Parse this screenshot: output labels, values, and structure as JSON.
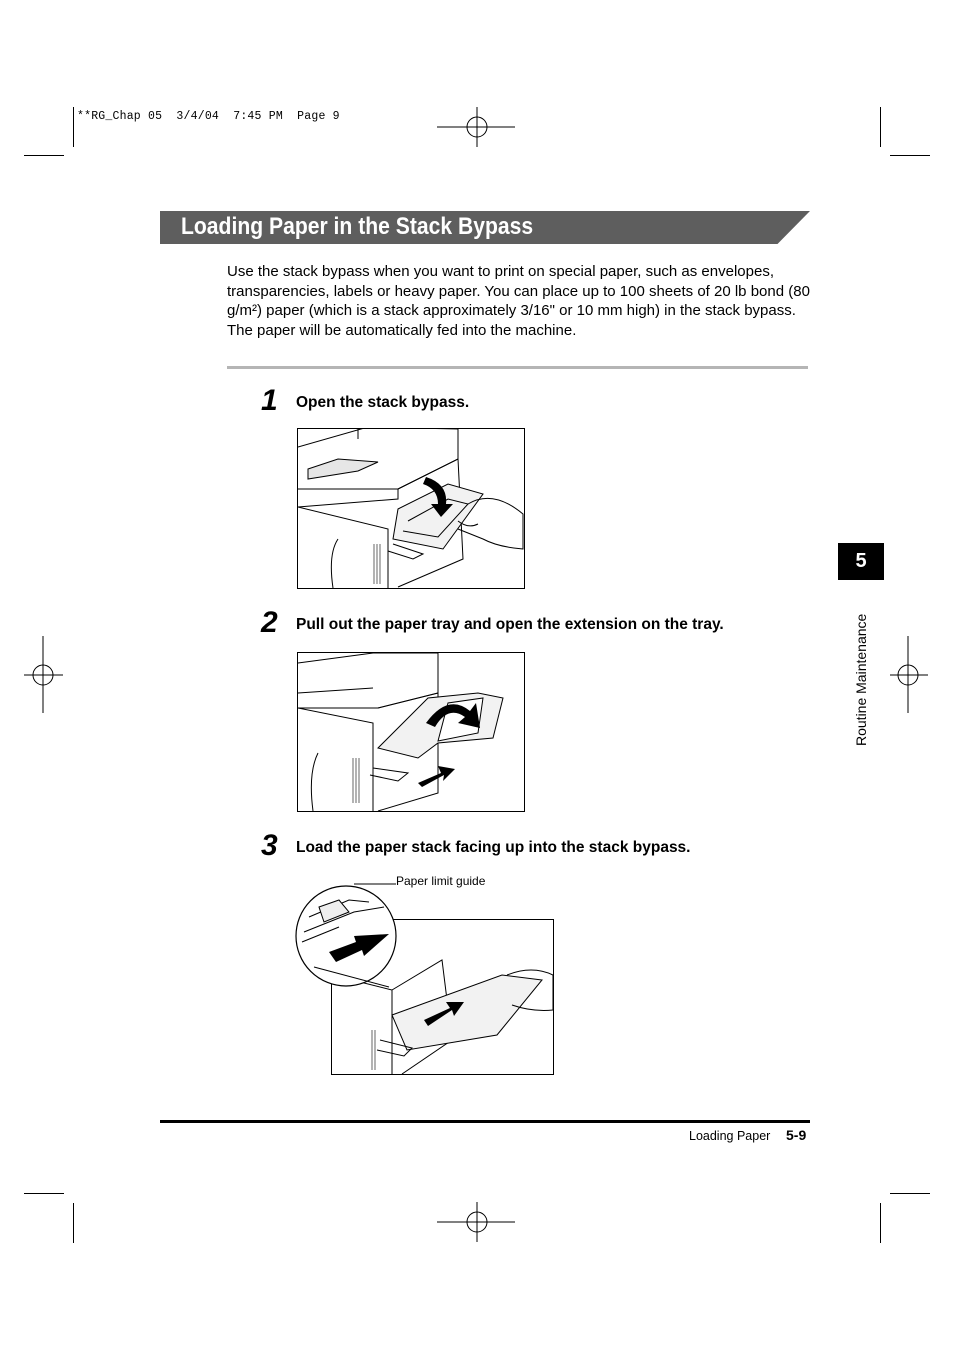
{
  "slug": "**RG_Chap 05  3/4/04  7:45 PM  Page 9",
  "title": "Loading Paper in the Stack Bypass",
  "intro": "Use the stack bypass when you want to print on special paper, such as envelopes, transparencies, labels or heavy paper. You can place up to 100 sheets of 20 lb bond (80 g/m²) paper (which is a stack approximately 3/16\" or 10 mm high) in the stack bypass. The paper will be automatically fed into the machine.",
  "steps": [
    {
      "number": "1",
      "text": "Open the stack bypass."
    },
    {
      "number": "2",
      "text": "Pull out the paper tray and open the extension on the tray."
    },
    {
      "number": "3",
      "text": "Load the paper stack facing up into the stack bypass."
    }
  ],
  "figure3_callout": "Paper limit guide",
  "chapter_tab": "5",
  "side_label": "Routine Maintenance",
  "footer": {
    "section": "Loading Paper",
    "page": "5-9"
  }
}
